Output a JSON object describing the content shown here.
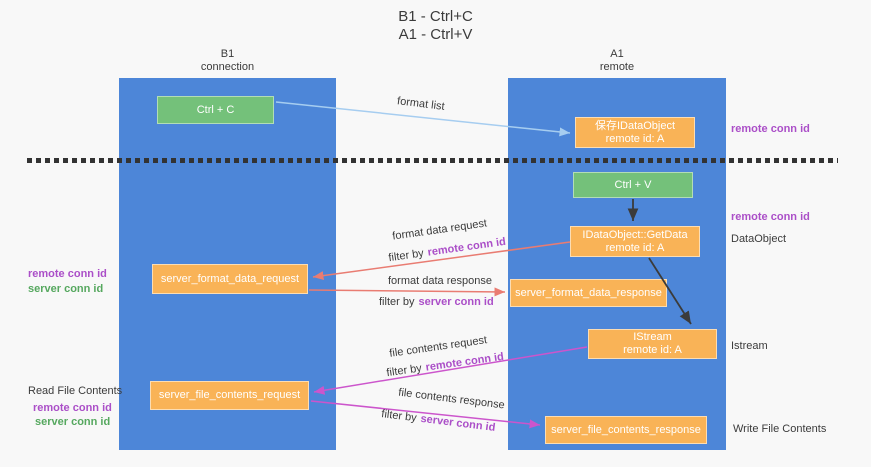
{
  "title": {
    "line1": "B1 - Ctrl+C",
    "line2": "A1 - Ctrl+V"
  },
  "lanes": {
    "left": {
      "name": "B1",
      "subtitle": "connection"
    },
    "right": {
      "name": "A1",
      "subtitle": "remote"
    }
  },
  "nodes": {
    "ctrl_c": {
      "label": "Ctrl + C"
    },
    "ctrl_v": {
      "label": "Ctrl + V"
    },
    "save_idataobject": {
      "line1": "保存IDataObject",
      "line2": "remote id: A"
    },
    "getdata": {
      "line1": "IDataObject::GetData",
      "line2": "remote id: A"
    },
    "istream": {
      "line1": "IStream",
      "line2": "remote id: A"
    },
    "format_request": {
      "label": "server_format_data_request"
    },
    "format_response": {
      "label": "server_format_data_response"
    },
    "file_request": {
      "label": "server_file_contents_request"
    },
    "file_response": {
      "label": "server_file_contents_response"
    }
  },
  "edges": {
    "format_list": "format list",
    "format_request": {
      "line1": "format data request",
      "filter_prefix": "filter by",
      "filter_value": "remote conn id"
    },
    "format_response": {
      "line1": "format data response",
      "filter_prefix": "filter by",
      "filter_value": "server conn id"
    },
    "file_request": {
      "line1": "file contents request",
      "filter_prefix": "filter by",
      "filter_value": "remote conn id"
    },
    "file_response": {
      "line1": "file contents response",
      "filter_prefix": "filter by",
      "filter_value": "server conn id"
    }
  },
  "side": {
    "right_top_remote": "remote conn id",
    "right_mid_remote": "remote conn id",
    "dataobject": "DataObject",
    "istream": "Istream",
    "write_file": "Write File Contents",
    "read_file": "Read File Contents",
    "left_mid_remote": "remote conn id",
    "left_mid_server": "server conn id",
    "left_bottom_remote": "remote conn id",
    "left_bottom_server": "server conn id"
  },
  "colors": {
    "lane_blue": "#4d86d8",
    "green_box": "#74c17a",
    "orange_box": "#f9b357",
    "purple_text": "#ab4fc8",
    "green_text": "#56a85f",
    "red_arrow": "#e97c72",
    "magenta_arrow": "#cc55cc",
    "light_blue_arrow": "#a6cdf0",
    "dark_text": "#3b3b3b",
    "background": "#f8f8f8"
  }
}
